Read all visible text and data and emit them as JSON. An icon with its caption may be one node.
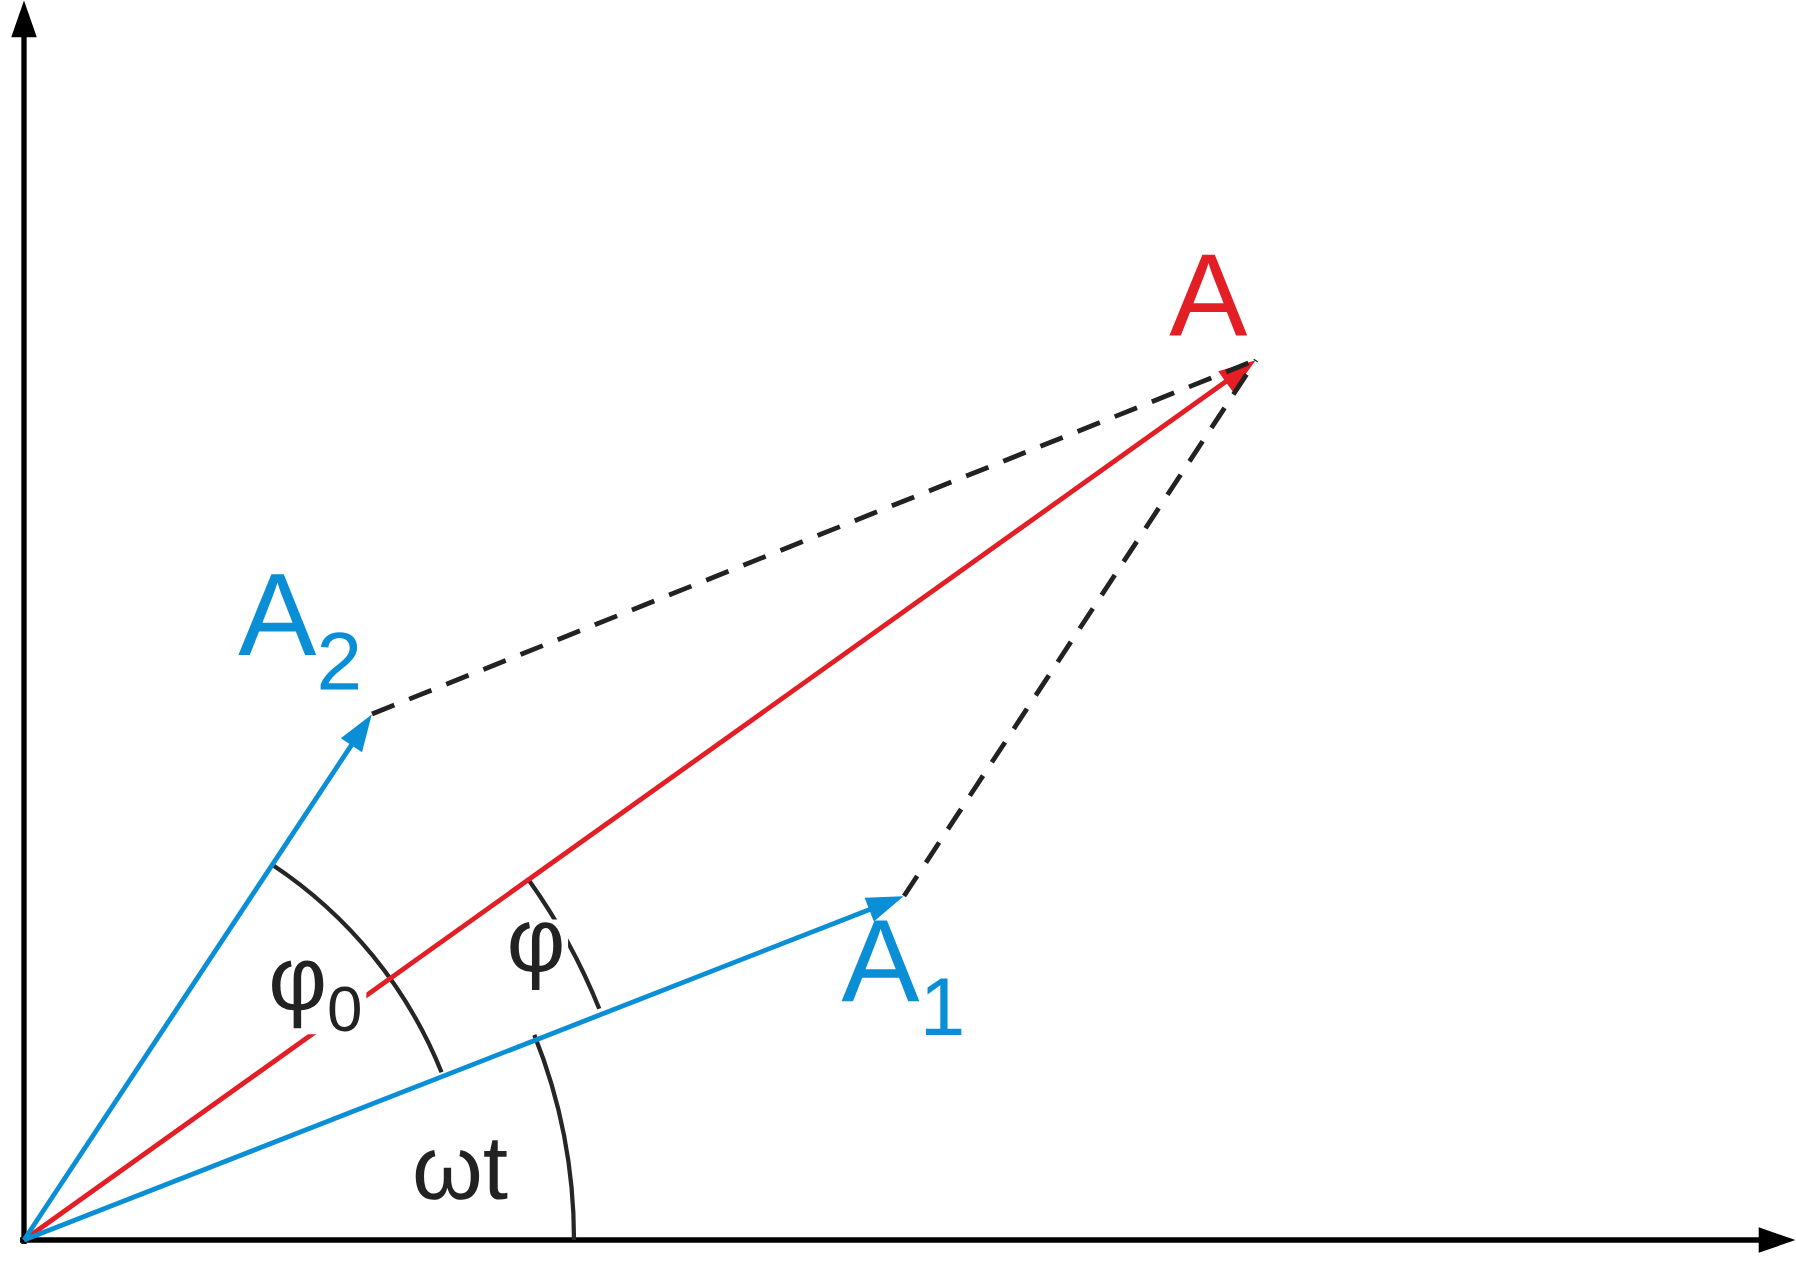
{
  "diagram": {
    "nodes": [
      {
        "text": [
          "A"
        ]
      },
      {
        "text": [
          "A$_{1}$"
        ]
      },
      {
        "text": [
          "A$_{2}$"
        ]
      }
    ],
    "edges": [
      {
        "from": null,
        "to": 0,
        "arrow": "to",
        "color": "#e31e24"
      },
      {
        "from": null,
        "to": 1,
        "arrow": "to",
        "color": "#0a8fd6"
      },
      {
        "from": null,
        "to": 2,
        "arrow": "to",
        "color": "#0a8fd6"
      },
      {
        "from": 2,
        "to": 0,
        "arrow": "none",
        "style": "dashed",
        "color": "#222222"
      },
      {
        "from": 1,
        "to": 0,
        "arrow": "none",
        "style": "dashed",
        "color": "#222222"
      }
    ],
    "labels": [
      "φ$_{0}$",
      "φ",
      "ωt"
    ]
  }
}
